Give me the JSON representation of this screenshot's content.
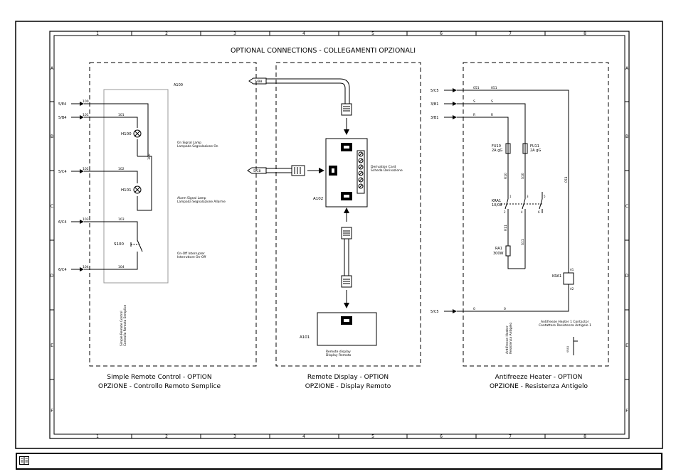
{
  "title": "OPTIONAL CONNECTIONS - COLLEGAMENTI OPZIONALI",
  "columns": [
    "1",
    "2",
    "3",
    "4",
    "5",
    "6",
    "7",
    "8"
  ],
  "rows": [
    "A",
    "B",
    "C",
    "D",
    "E",
    "F"
  ],
  "panels": {
    "simple_remote": {
      "caption1": "Simple Remote Control - OPTION",
      "caption2": "OPZIONE - Controllo Remoto Semplice",
      "box_label": "A100",
      "vertical1": "Simple Remote Control",
      "vertical2": "Controllo Remoto Semplice",
      "refs": [
        "5/E4",
        "5/B4",
        "5/C4",
        "6/C4",
        "6/C4"
      ],
      "wires_left": [
        "100",
        "101",
        "102",
        "103",
        "104"
      ],
      "wires_inner": [
        "101",
        "102",
        "103",
        "104"
      ],
      "wire_vertical": "100",
      "lamp1": "H100",
      "lamp2": "H101",
      "switch": "S100",
      "lamp1_desc1": "On Signal Lamp",
      "lamp1_desc2": "Lampada Segnalazione On",
      "lamp2_desc1": "Alarm Signal Lamp",
      "lamp2_desc2": "Lampada Segnalazione Allarme",
      "switch_desc1": "On-Off Interrupter",
      "switch_desc2": "Interruttore On-Off"
    },
    "remote_display": {
      "caption1": "Remote Display - OPTION",
      "caption2": "OPZIONE - Display Remoto",
      "ref_top": "5/B8",
      "ref_mid": "5/C8",
      "card": "A102",
      "card_desc1": "Derivation Card",
      "card_desc2": "Scheda Derivazione",
      "display": "A101",
      "display_desc1": "Remote display",
      "display_desc2": "Display Remoto"
    },
    "antifreeze": {
      "caption1": "Antifreeze Heater - OPTION",
      "caption2": "OPZIONE - Resistenza Antigelo",
      "refs": [
        "5/C5",
        "3/B1",
        "3/B1",
        "5/C5"
      ],
      "wires": [
        "051",
        "S",
        "R",
        "0"
      ],
      "fuse1": "FU10",
      "fuse1_rating": "2A gG",
      "fuse2": "FU11",
      "fuse2_rating": "2A gG",
      "wire_r10": "R10",
      "wire_s10": "S10",
      "wire_r11": "R11",
      "wire_s11": "S11",
      "wire_051": "051",
      "contactor": "KRA1",
      "contactor_rating": "10/08",
      "heater": "RA1",
      "heater_rating": "300W",
      "coil": "KRA1",
      "coil_a1": "A1",
      "coil_a2": "A2",
      "contacts": [
        "1",
        "2",
        "3",
        "4",
        "5",
        "6"
      ],
      "vertical1": "Antifreeze Heater",
      "vertical2": "Resistenza Antigelo",
      "contactor_desc1": "Antifreeze Heater 1 Contactor",
      "contactor_desc2": "Contattore Resistenza Antigelo 1",
      "mini_label": "KRA1"
    }
  }
}
